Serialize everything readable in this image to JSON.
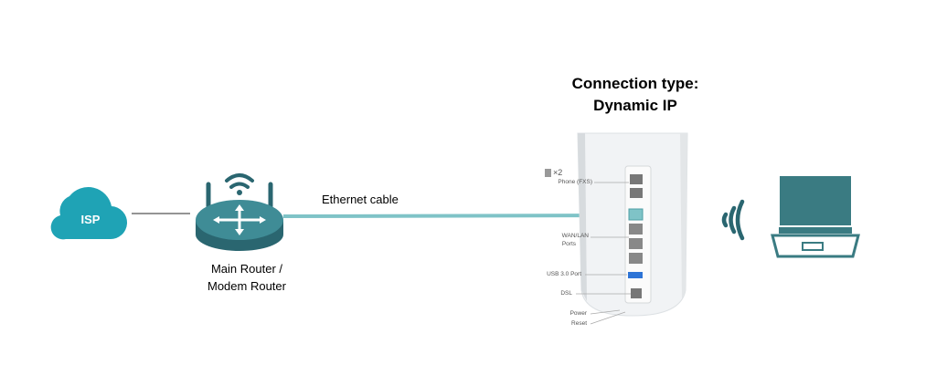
{
  "diagram": {
    "title_line1": "Connection type:",
    "title_line2": "Dynamic IP",
    "isp_label": "ISP",
    "router_label_line1": "Main Router /",
    "router_label_line2": "Modem Router",
    "cable_label": "Ethernet cable",
    "device_ports": {
      "phone_count": "×2",
      "phone": "Phone (FXS)",
      "wan_lan_1": "WAN/LAN",
      "wan_lan_2": "Ports",
      "usb": "USB 3.0 Port",
      "dsl": "DSL",
      "power": "Power",
      "reset": "Reset"
    }
  },
  "colors": {
    "teal": "#3f8c96",
    "cloud": "#1fa3b5",
    "router_dark": "#2a6670",
    "cable": "#7fc3c7",
    "laptop": "#3a7b82"
  }
}
